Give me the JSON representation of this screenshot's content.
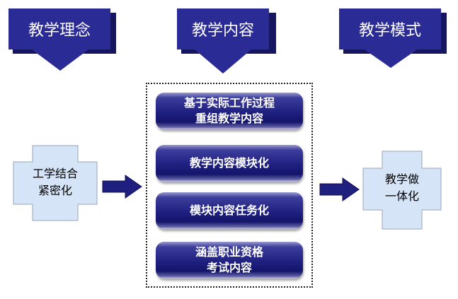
{
  "headers": {
    "philosophy": "教学理念",
    "content": "教学内容",
    "mode": "教学模式"
  },
  "left_node": {
    "line1": "工学结合",
    "line2": "紧密化"
  },
  "right_node": {
    "line1": "教学做",
    "line2": "一体化"
  },
  "content_items": [
    {
      "line1": "基于实际工作过程",
      "line2": "重组教学内容"
    },
    {
      "line1": "教学内容模块化",
      "line2": ""
    },
    {
      "line1": "模块内容任务化",
      "line2": ""
    },
    {
      "line1": "涵盖职业资格",
      "line2": "考试内容"
    }
  ],
  "colors": {
    "header": "#2b2b96",
    "cross_fill": "#d6e4f7",
    "arrow": "#2b2b96"
  }
}
